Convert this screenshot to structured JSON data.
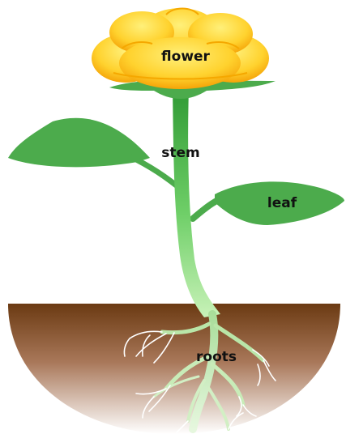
{
  "labels": {
    "flower": "flower",
    "stem": "stem",
    "leaf": "leaf",
    "roots": "roots"
  },
  "colors": {
    "petal_light": "#ffe14a",
    "petal_dark": "#f5a800",
    "leaf": "#4cab4c",
    "stem_dark": "#39a13a",
    "stem_light": "#9be38a",
    "soil_top": "#6b3a12",
    "soil_bottom": "#ffffff",
    "root": "#ffffff"
  }
}
